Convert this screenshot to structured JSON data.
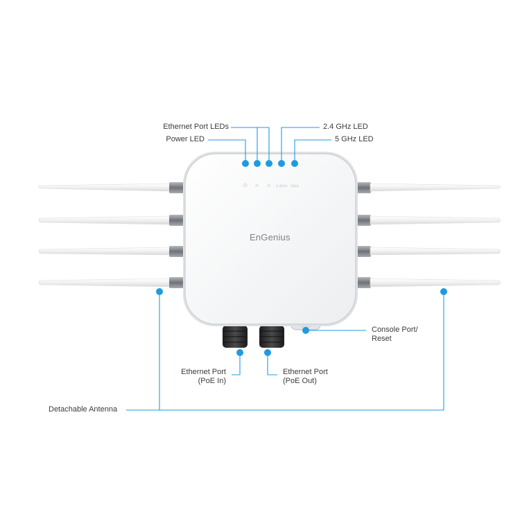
{
  "diagram": {
    "brand": "EnGenius",
    "labels": {
      "ethernet_port_leds": "Ethernet Port LEDs",
      "power_led": "Power LED",
      "ghz24_led": "2.4 GHz LED",
      "ghz5_led": "5 GHz LED",
      "console_port": [
        "Console Port/",
        "Reset"
      ],
      "ethernet_poe_in": [
        "Ethernet Port",
        "(PoE In)"
      ],
      "ethernet_poe_out": [
        "Ethernet Port",
        "(PoE Out)"
      ],
      "detachable_antenna": "Detachable Antenna"
    },
    "colors": {
      "callout": "#1e9be0",
      "body": "#f5f6f7",
      "body_edge": "#c9ccd0",
      "antenna": "#f4f4f4",
      "connector": "#8e9296",
      "gland": "#2b2b2b"
    }
  }
}
